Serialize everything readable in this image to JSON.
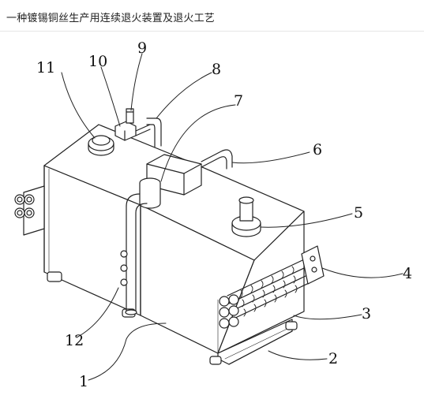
{
  "page": {
    "title": "一种镀锡铜丝生产用连续退火装置及退火工艺"
  },
  "figure": {
    "part_numbers": [
      "1",
      "2",
      "3",
      "4",
      "5",
      "6",
      "7",
      "8",
      "9",
      "10",
      "11",
      "12"
    ]
  }
}
